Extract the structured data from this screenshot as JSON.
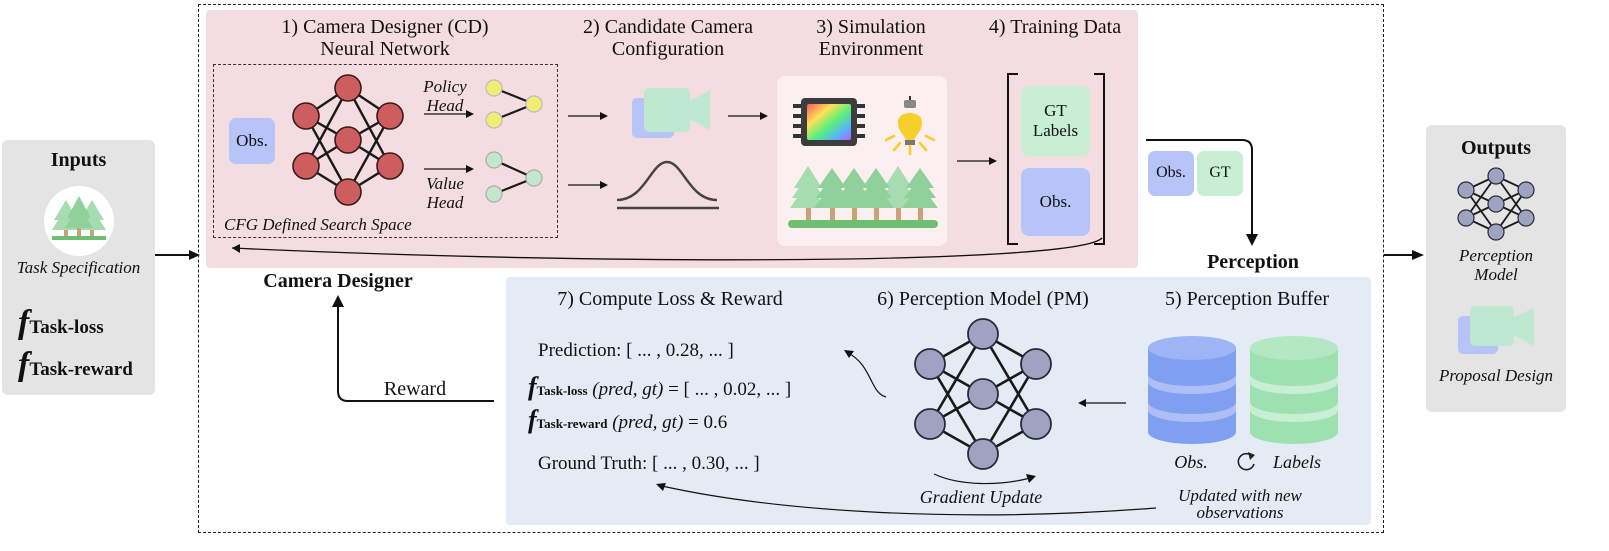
{
  "inputs": {
    "title": "Inputs",
    "task_spec": "Task Specification",
    "f_symbol": "f",
    "loss_sub": "Task-loss",
    "reward_sub": "Task-reward"
  },
  "camera_designer": {
    "label": "Camera Designer",
    "step1_title": "1) Camera Designer (CD)",
    "step1_subtitle": "Neural Network",
    "obs": "Obs.",
    "policy_head": "Policy Head",
    "value_head": "Value Head",
    "search_space": "CFG Defined Search Space",
    "step2_title": "2) Candidate Camera",
    "step2_subtitle": "Configuration",
    "step3_title": "3) Simulation",
    "step3_subtitle": "Environment",
    "step4_title": "4) Training Data",
    "gt_labels": "GT Labels",
    "obs_card": "Obs."
  },
  "perception": {
    "label": "Perception",
    "obs_chip": "Obs.",
    "gt_chip": "GT",
    "step5_title": "5) Perception Buffer",
    "step6_title": "6) Perception Model (PM)",
    "step7_title": "7) Compute Loss & Reward",
    "prediction": "Prediction: [ ... , 0.28, ... ]",
    "loss_args": "(pred, gt)",
    "loss_value": "= [ ... , 0.02, ... ]",
    "reward_args": "(pred, gt)",
    "reward_value": "= 0.6",
    "ground_truth": "Ground Truth: [ ... , 0.30, ... ]",
    "gradient_update": "Gradient Update",
    "obs_label": "Obs.",
    "labels_label": "Labels",
    "updated_note_1": "Updated with new",
    "updated_note_2": "observations",
    "reward": "Reward"
  },
  "outputs": {
    "title": "Outputs",
    "perception_model": "Perception Model",
    "proposal_design": "Proposal Design"
  },
  "colors": {
    "pink_panel": "#f4dde0",
    "blue_panel": "#e5ebf4",
    "grey_panel": "#e4e4e4",
    "node_red": "#cd5d5f",
    "node_grey": "#9ea3c1",
    "node_yellow": "#f1ee78",
    "node_green": "#c2e8cb",
    "card_green": "#c8eed4",
    "card_blue": "#b6c4f7",
    "cyl_blue": "#7f9ff0",
    "cyl_green": "#9ee1b0"
  }
}
